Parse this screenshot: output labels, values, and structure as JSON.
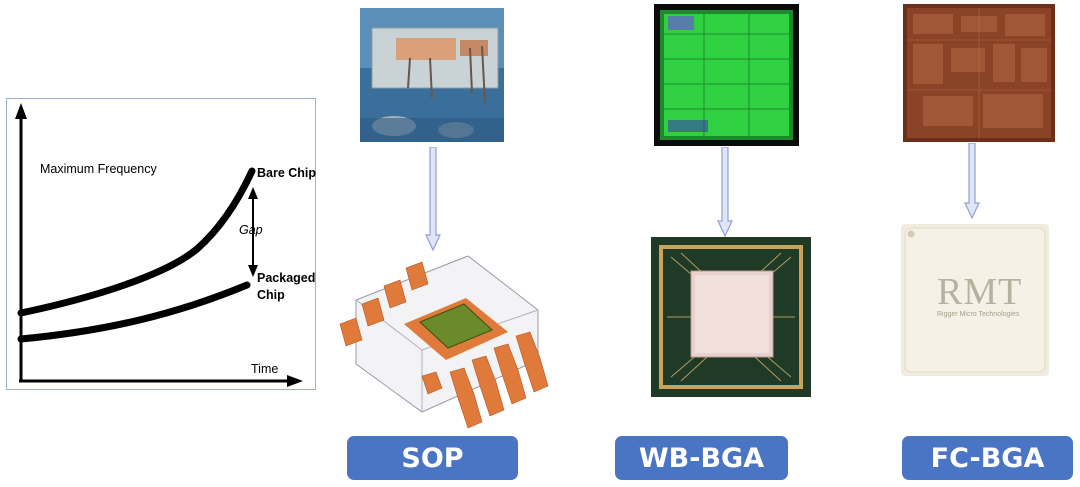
{
  "chart": {
    "y_axis_label": "Maximum Frequency",
    "x_axis_label": "Time",
    "upper_curve_label": "Bare Chip",
    "lower_curve_label_line1": "Packaged",
    "lower_curve_label_line2": "Chip",
    "gap_label": "Gap"
  },
  "packages": {
    "sop": {
      "label": "SOP"
    },
    "wb_bga": {
      "label": "WB-BGA"
    },
    "fc_bga": {
      "label": "FC-BGA",
      "lid_logo": "RMT",
      "lid_text": "Rigger Micro Technologies"
    }
  },
  "colors": {
    "label_bg": "#4a74c4",
    "arrow_fill": "#dfe6f7",
    "arrow_stroke": "#8f9fd3",
    "sop_lead": "#e07a3a",
    "die_green": "#27c23a"
  }
}
